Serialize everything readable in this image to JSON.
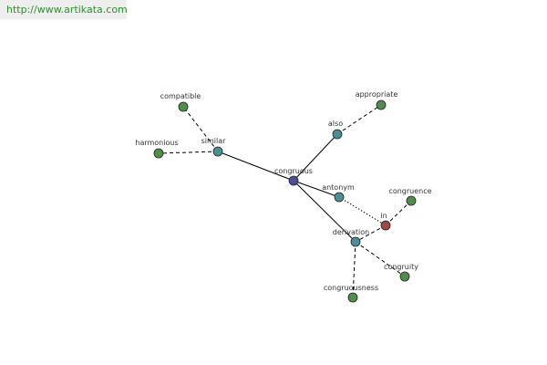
{
  "source": {
    "url": "http://www.artikata.com"
  },
  "colors": {
    "center": "#4a4e9c",
    "relation": "#4a8f95",
    "word": "#4f8f4a",
    "special": "#a04845"
  },
  "nodes": {
    "congruous": {
      "label": "congruous",
      "kind": "center"
    },
    "similar": {
      "label": "similar",
      "kind": "relation"
    },
    "also": {
      "label": "also",
      "kind": "relation"
    },
    "antonym": {
      "label": "antonym",
      "kind": "relation"
    },
    "derivation": {
      "label": "derivation",
      "kind": "relation"
    },
    "in": {
      "label": "in",
      "kind": "special"
    },
    "compatible": {
      "label": "compatible",
      "kind": "word"
    },
    "harmonious": {
      "label": "harmonious",
      "kind": "word"
    },
    "appropriate": {
      "label": "appropriate",
      "kind": "word"
    },
    "congruence": {
      "label": "congruence",
      "kind": "word"
    },
    "congruity": {
      "label": "congruity",
      "kind": "word"
    },
    "congruousness": {
      "label": "congruousness",
      "kind": "word"
    }
  },
  "edges": [
    {
      "from": "congruous",
      "to": "similar",
      "style": "solid"
    },
    {
      "from": "congruous",
      "to": "also",
      "style": "solid"
    },
    {
      "from": "congruous",
      "to": "antonym",
      "style": "solid"
    },
    {
      "from": "congruous",
      "to": "derivation",
      "style": "solid"
    },
    {
      "from": "similar",
      "to": "compatible",
      "style": "dashed"
    },
    {
      "from": "similar",
      "to": "harmonious",
      "style": "dashed"
    },
    {
      "from": "also",
      "to": "appropriate",
      "style": "dashed"
    },
    {
      "from": "antonym",
      "to": "in",
      "style": "dotted"
    },
    {
      "from": "in",
      "to": "congruence",
      "style": "dashed"
    },
    {
      "from": "in",
      "to": "derivation",
      "style": "dashed"
    },
    {
      "from": "derivation",
      "to": "congruity",
      "style": "dashed"
    },
    {
      "from": "derivation",
      "to": "congruousness",
      "style": "dashed"
    }
  ]
}
